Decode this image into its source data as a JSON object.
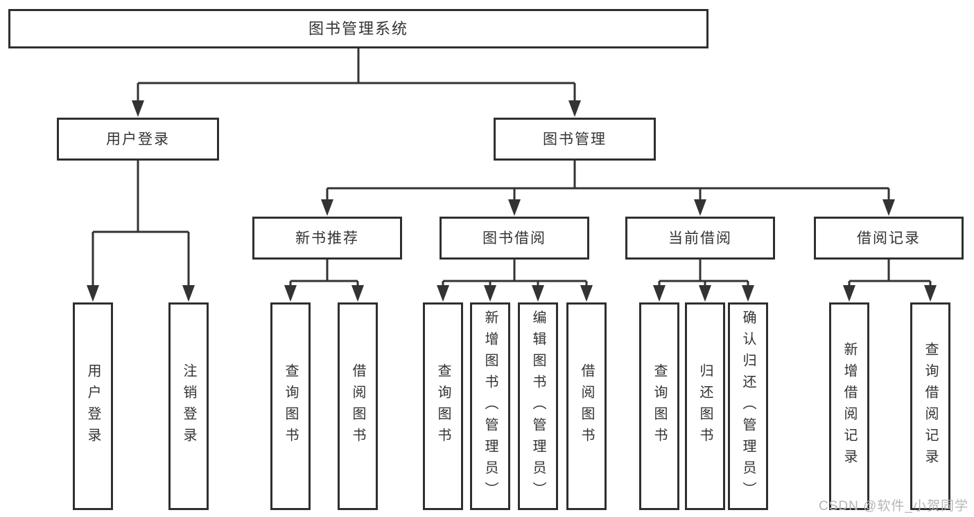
{
  "diagram": {
    "root": {
      "label": "图书管理系统"
    },
    "branches": [
      {
        "label": "用户登录",
        "children": [
          {
            "label": "用户登录"
          },
          {
            "label": "注销登录"
          }
        ]
      },
      {
        "label": "图书管理",
        "children": [
          {
            "label": "新书推荐",
            "children": [
              {
                "label": "查询图书"
              },
              {
                "label": "借阅图书"
              }
            ]
          },
          {
            "label": "图书借阅",
            "children": [
              {
                "label": "查询图书"
              },
              {
                "label": "新增图书（管理员）"
              },
              {
                "label": "编辑图书（管理员）"
              },
              {
                "label": "借阅图书"
              }
            ]
          },
          {
            "label": "当前借阅",
            "children": [
              {
                "label": "查询图书"
              },
              {
                "label": "归还图书"
              },
              {
                "label": "确认归还（管理员）"
              }
            ]
          },
          {
            "label": "借阅记录",
            "children": [
              {
                "label": "新增借阅记录"
              },
              {
                "label": "查询借阅记录"
              }
            ]
          }
        ]
      }
    ]
  },
  "watermark": {
    "text": "CSDN @软件_小贺同学"
  },
  "colors": {
    "background": "#ffffff",
    "line": "#333333",
    "box_border": "#2f2f2f",
    "text": "#333333",
    "watermark": "#b5b5b5"
  }
}
